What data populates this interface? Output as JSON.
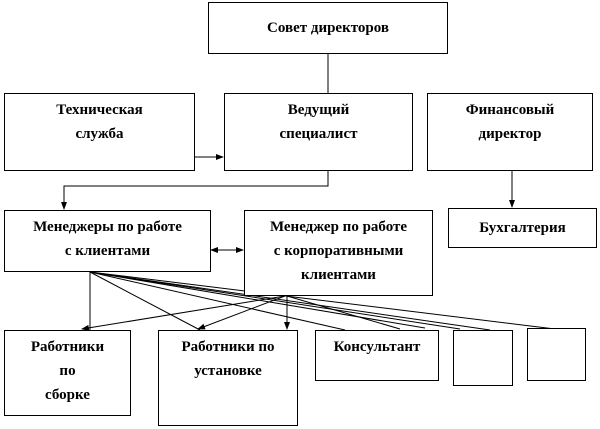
{
  "nodes": {
    "board": "Совет директоров",
    "tech_service": [
      "Техническая",
      "служба"
    ],
    "lead_specialist": [
      "Ведущий",
      "специалист"
    ],
    "finance_director": [
      "Финансовый",
      "директор"
    ],
    "client_managers": [
      "Менеджеры по работе",
      "с клиентами"
    ],
    "corporate_manager": [
      "Менеджер по работе",
      "с корпоративными",
      "клиентами"
    ],
    "accounting": "Бухгалтерия",
    "assembly_workers": [
      "Работники",
      "по",
      "сборке"
    ],
    "installation_workers": [
      "Работники по",
      "установке"
    ],
    "consultant": "Консультант"
  }
}
